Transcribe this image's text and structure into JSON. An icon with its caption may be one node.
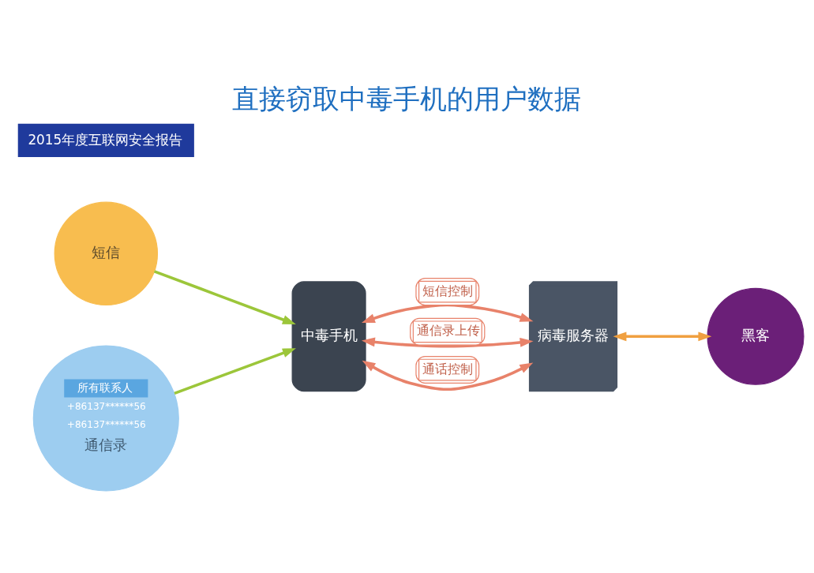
{
  "diagram": {
    "title": "直接窃取中毒手机的用户数据",
    "nodes": [
      {
        "text": [
          "短信"
        ]
      },
      {
        "text": [
          "所有联系人",
          "+86137******56",
          "+86137******56",
          "通信录"
        ]
      },
      {
        "text": [
          "中毒手机"
        ]
      },
      {
        "text": [
          "病毒服务器"
        ]
      },
      {
        "text": [
          "黑客"
        ]
      }
    ],
    "edges": [
      {
        "from": 0,
        "to": 2,
        "arrow": "to",
        "color": "#9cc63a"
      },
      {
        "from": 1,
        "to": 2,
        "arrow": "to",
        "color": "#9cc63a"
      },
      {
        "from": 2,
        "to": 3,
        "arrow": "both",
        "label": "短信控制"
      },
      {
        "from": 2,
        "to": 3,
        "arrow": "both",
        "label": "通信录上传"
      },
      {
        "from": 2,
        "to": 3,
        "arrow": "both",
        "label": "通话控制"
      },
      {
        "from": 3,
        "to": 4,
        "arrow": "both",
        "color": "#f0a040"
      }
    ],
    "labels": [
      "2015年度互联网安全报告"
    ]
  }
}
